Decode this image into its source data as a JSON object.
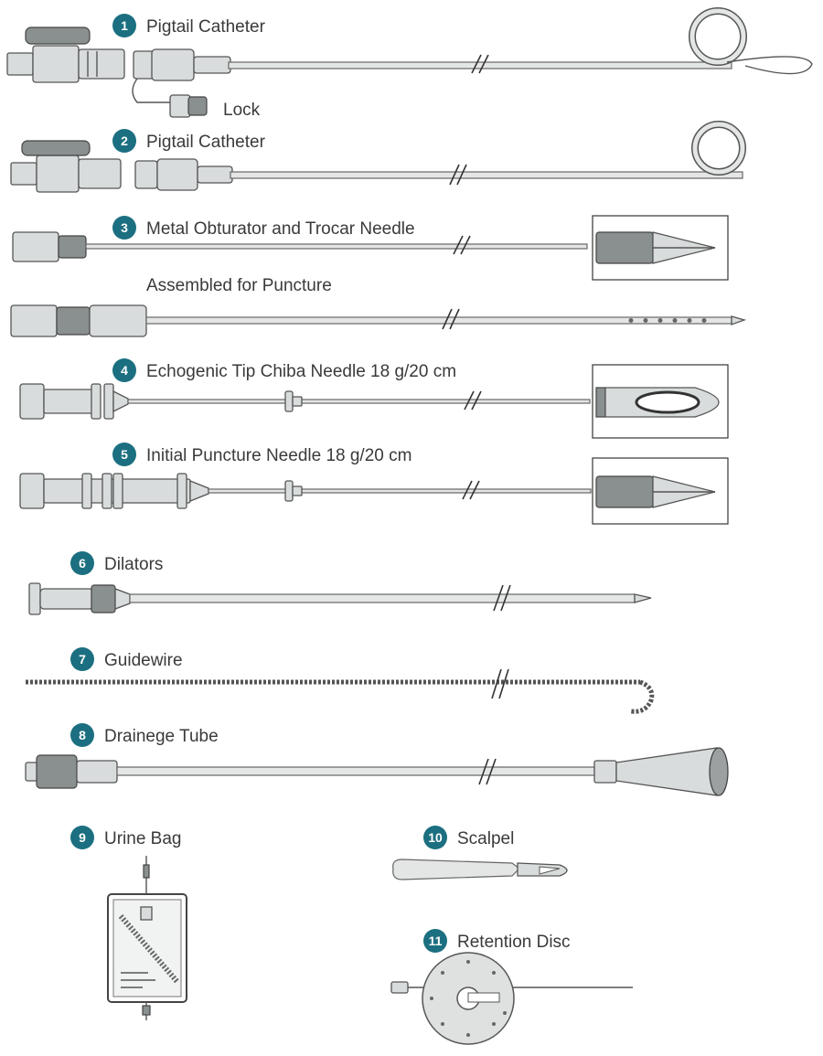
{
  "items": [
    {
      "num": "1",
      "label": "Pigtail Catheter"
    },
    {
      "num": "2",
      "label": "Pigtail Catheter"
    },
    {
      "num": "3",
      "label": "Metal Obturator and Trocar Needle"
    },
    {
      "num": "4",
      "label": "Echogenic Tip Chiba Needle 18 g/20 cm"
    },
    {
      "num": "5",
      "label": "Initial Puncture Needle 18 g/20 cm"
    },
    {
      "num": "6",
      "label": "Dilators"
    },
    {
      "num": "7",
      "label": "Guidewire"
    },
    {
      "num": "8",
      "label": "Drainege Tube"
    },
    {
      "num": "9",
      "label": "Urine Bag"
    },
    {
      "num": "10",
      "label": "Scalpel"
    },
    {
      "num": "11",
      "label": "Retention Disc"
    }
  ],
  "lock_label": "Lock",
  "assembled_label": "Assembled for Puncture",
  "colors": {
    "badge": "#1b6f80",
    "outline": "#555555",
    "fill": "#e4e6e6"
  }
}
